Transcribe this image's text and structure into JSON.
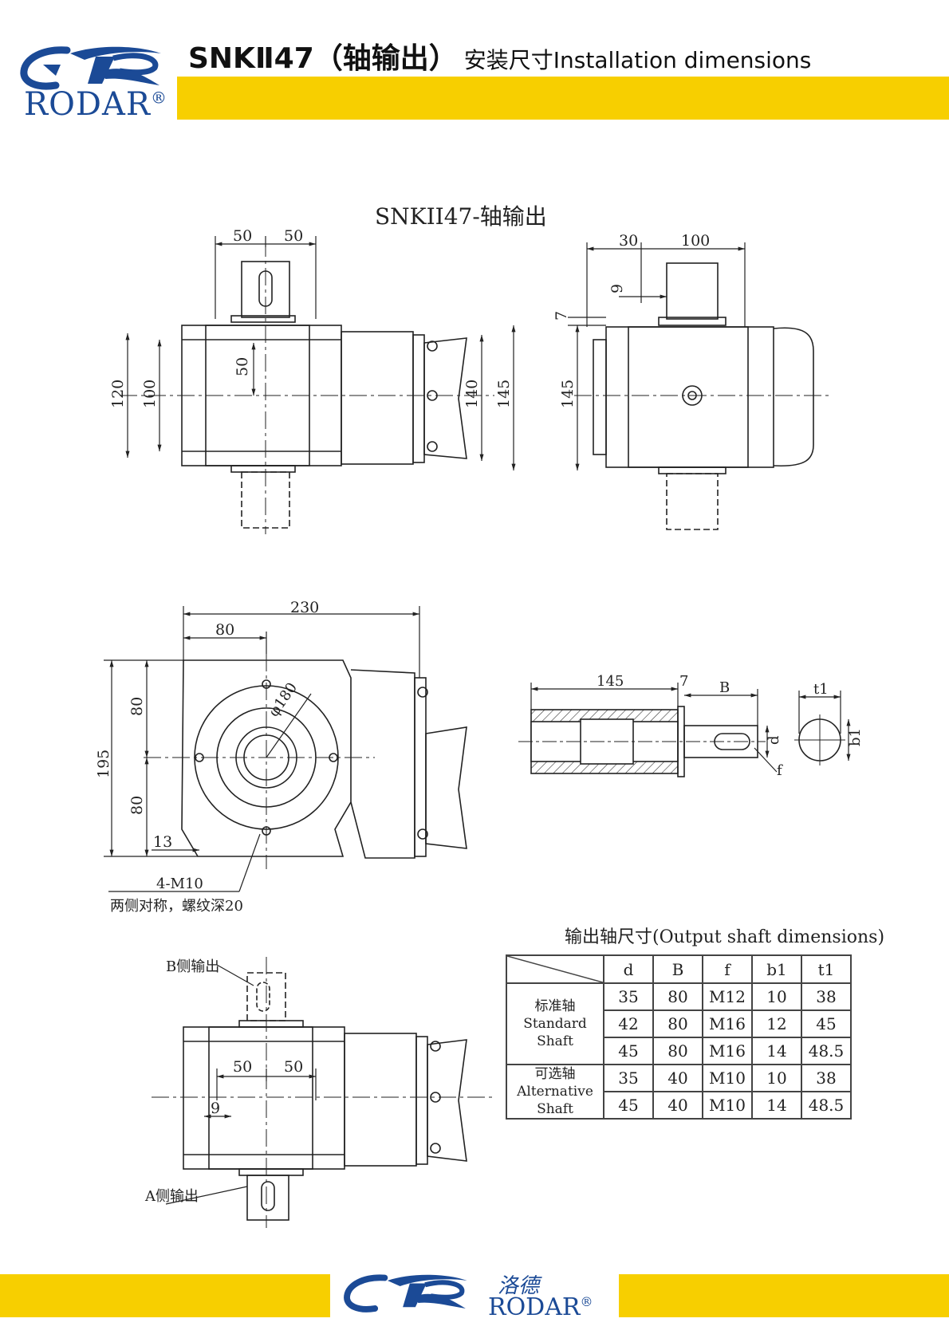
{
  "header": {
    "brand": "RODAR",
    "registered": "®",
    "title_main": "SNKⅡ47（轴输出）",
    "title_sub": "安装尺寸Installation dimensions"
  },
  "drawing": {
    "caption": "SNKII47-轴输出",
    "top_view_dims": [
      "50",
      "50",
      "50",
      "120",
      "100",
      "140",
      "145"
    ],
    "side_view_dims": [
      "30",
      "100",
      "9",
      "7",
      "145"
    ],
    "front_view_dims": [
      "230",
      "80",
      "80",
      "195",
      "80",
      "13",
      "φ180"
    ],
    "thread_note": [
      "4-M10",
      "两侧对称，螺纹深20"
    ],
    "shaft_dims": [
      "145",
      "7",
      "B",
      "d",
      "f",
      "t1",
      "b1"
    ],
    "bottom_view_dims": [
      "50",
      "50",
      "9"
    ],
    "b_side_label": "B侧输出",
    "a_side_label": "A侧输出"
  },
  "table": {
    "caption": "输出轴尺寸(Output shaft dimensions)",
    "columns": [
      "d",
      "B",
      "f",
      "b1",
      "t1"
    ],
    "groups": [
      {
        "label_cn": "标准轴",
        "label_en": "Standard Shaft",
        "rows": [
          [
            "35",
            "80",
            "M12",
            "10",
            "38"
          ],
          [
            "42",
            "80",
            "M16",
            "12",
            "45"
          ],
          [
            "45",
            "80",
            "M16",
            "14",
            "48.5"
          ]
        ]
      },
      {
        "label_cn": "可选轴",
        "label_en": "Alternative Shaft",
        "rows": [
          [
            "35",
            "40",
            "M10",
            "10",
            "38"
          ],
          [
            "45",
            "40",
            "M10",
            "14",
            "48.5"
          ]
        ]
      }
    ]
  },
  "footer": {
    "brand_cn": "洛德",
    "brand": "RODAR",
    "registered": "®"
  },
  "colors": {
    "accent_yellow": "#f7cf00",
    "brand_blue": "#1b4a96"
  }
}
